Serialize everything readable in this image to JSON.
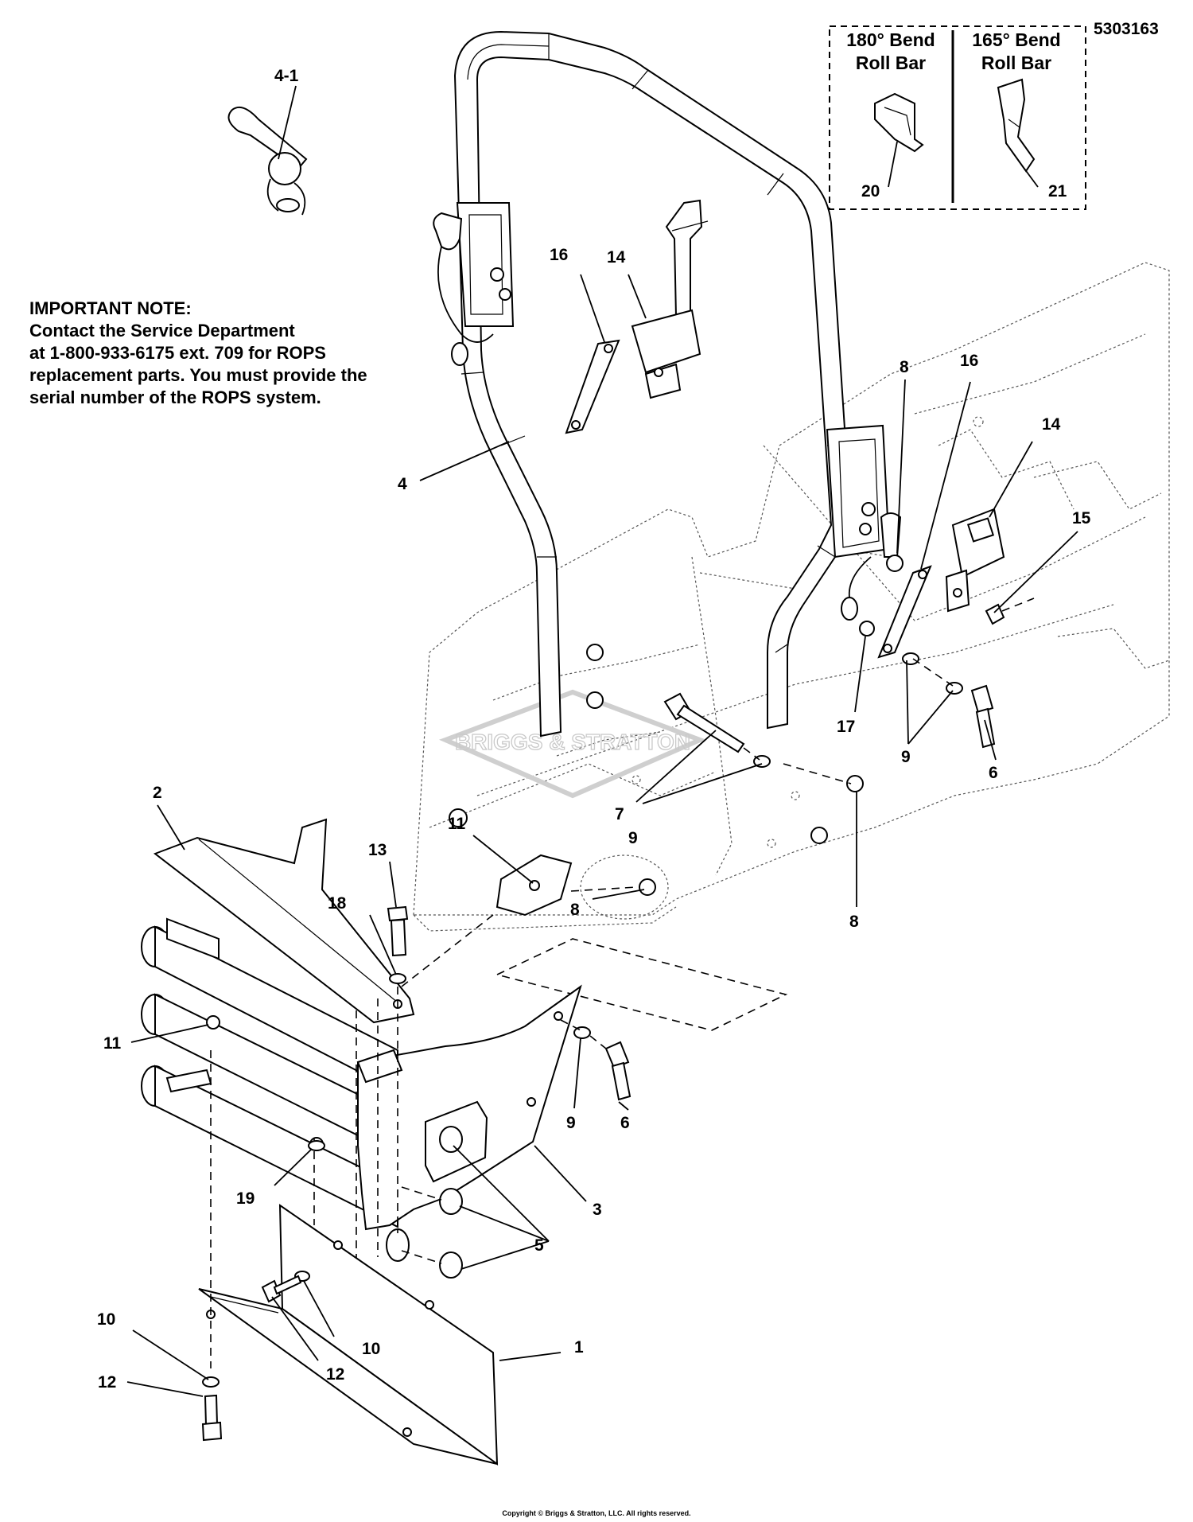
{
  "document_number": "5303163",
  "important_note": {
    "heading": "IMPORTANT NOTE:",
    "lines": [
      "Contact the Service Department",
      "at 1-800-933-6175 ext. 709 for ROPS",
      "replacement parts. You must provide the",
      "serial number of the ROPS system."
    ]
  },
  "inset_box": {
    "left": {
      "title_line1": "180° Bend",
      "title_line2": "Roll Bar",
      "callout": "20"
    },
    "right": {
      "title_line1": "165° Bend",
      "title_line2": "Roll Bar",
      "callout": "21"
    }
  },
  "watermark_logo": "BRIGGS & STRATTON",
  "callouts": {
    "c_4_1": "4-1",
    "c_4": "4",
    "c_16a": "16",
    "c_14a": "14",
    "c_8a": "8",
    "c_16b": "16",
    "c_14b": "14",
    "c_15": "15",
    "c_17": "17",
    "c_9a": "9",
    "c_6a": "6",
    "c_7": "7",
    "c_9b": "9",
    "c_2": "2",
    "c_13": "13",
    "c_18": "18",
    "c_11a": "11",
    "c_8b": "8",
    "c_8c": "8",
    "c_11b": "11",
    "c_9c": "9",
    "c_6b": "6",
    "c_19": "19",
    "c_3": "3",
    "c_5": "5",
    "c_10a": "10",
    "c_10b": "10",
    "c_12a": "12",
    "c_12b": "12",
    "c_1": "1"
  },
  "copyright": "Copyright © Briggs & Stratton, LLC. All rights reserved."
}
